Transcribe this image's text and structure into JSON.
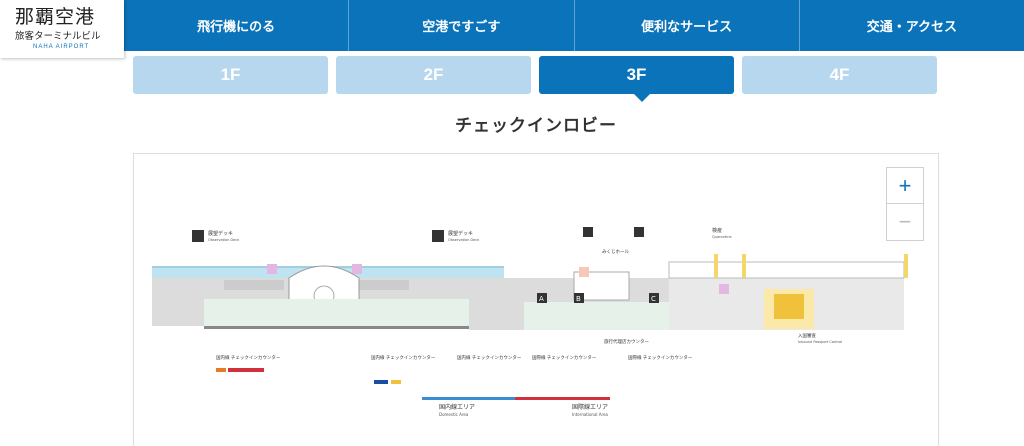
{
  "logo": {
    "title": "那覇空港",
    "subtitle": "旅客ターミナルビル",
    "english": "NAHA AIRPORT"
  },
  "nav": [
    {
      "label": "飛行機にのる"
    },
    {
      "label": "空港ですごす"
    },
    {
      "label": "便利なサービス"
    },
    {
      "label": "交通・アクセス"
    }
  ],
  "floors": [
    {
      "label": "1F",
      "active": false
    },
    {
      "label": "2F",
      "active": false
    },
    {
      "label": "3F",
      "active": true
    },
    {
      "label": "4F",
      "active": false
    }
  ],
  "section_title": "チェックインロビー",
  "zoom": {
    "in": "+",
    "out": "−"
  },
  "map": {
    "deck_left_jp": "展望デッキ",
    "deck_left_en": "Observation Deck",
    "deck_right_jp": "展望デッキ",
    "deck_right_en": "Observation Deck",
    "mikuji_hall": "みくじホール",
    "quarantine_jp": "検疫",
    "quarantine_en": "Quarantine",
    "gate_a": "A",
    "gate_b": "B",
    "gate_c": "C",
    "immigration_jp": "入国審査",
    "immigration_en": "Inbound Passport Control",
    "counter_1": "国内線 チェックインカウンター",
    "counter_2": "国内線 チェックインカウンター",
    "counter_3": "国内線 チェックインカウンター",
    "counter_4": "国際線 チェックインカウンター",
    "counter_5": "国際線 チェックインカウンター",
    "tour_counter": "旅行代理店カウンター",
    "domestic_jp": "国内線エリア",
    "domestic_en": "Domestic Area",
    "international_jp": "国際線エリア",
    "international_en": "International Area"
  },
  "colors": {
    "primary": "#0a73ba",
    "tab_inactive": "#b7d7ee",
    "domestic": "#3a8ed4",
    "international": "#d0313c"
  }
}
